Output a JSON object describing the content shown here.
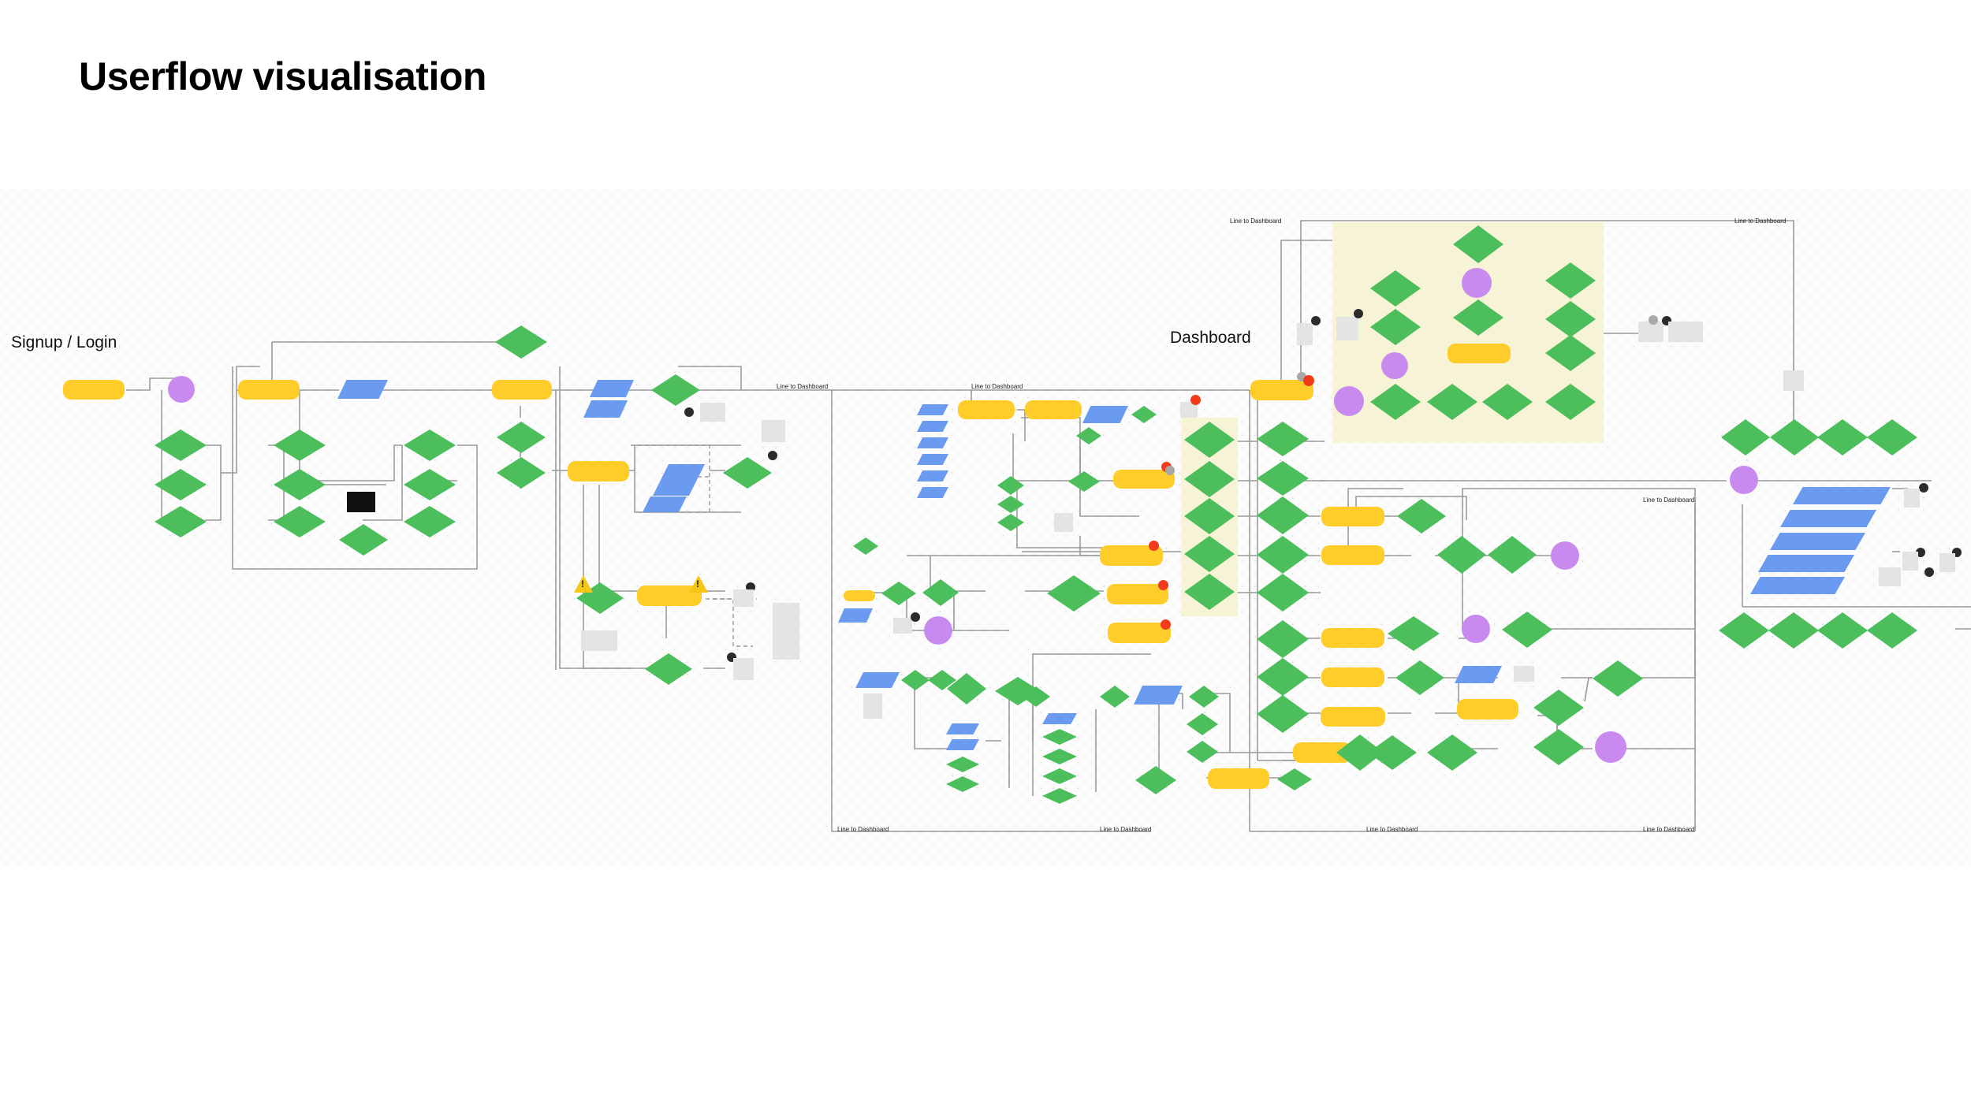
{
  "page": {
    "title": "Userflow visualisation",
    "sections": {
      "signup": "Signup / Login",
      "dashboard": "Dashboard"
    }
  },
  "connectors": [
    {
      "label": "Line to Dashboard"
    },
    {
      "label": "Line to Dashboard"
    },
    {
      "label": "Line to Dashboard"
    },
    {
      "label": "Line to Dashboard"
    },
    {
      "label": "Line to Dashboard"
    },
    {
      "label": "Line to Dashboard"
    },
    {
      "label": "Line to Dashboard"
    },
    {
      "label": "Line to Dashboard"
    },
    {
      "label": "Line to Dashboard"
    }
  ],
  "legend": {
    "colors": {
      "page_node": "#ffcd29",
      "action_node": "#4cbf5c",
      "input_node": "#6b9bf0",
      "notification_node": "#c98af0",
      "dashboard_region": "#f7f3d6",
      "note": "#e4e4e4",
      "alert": "#f23b1d"
    },
    "icons": [
      "warning-icon",
      "logo-mark",
      "info-badge"
    ]
  }
}
